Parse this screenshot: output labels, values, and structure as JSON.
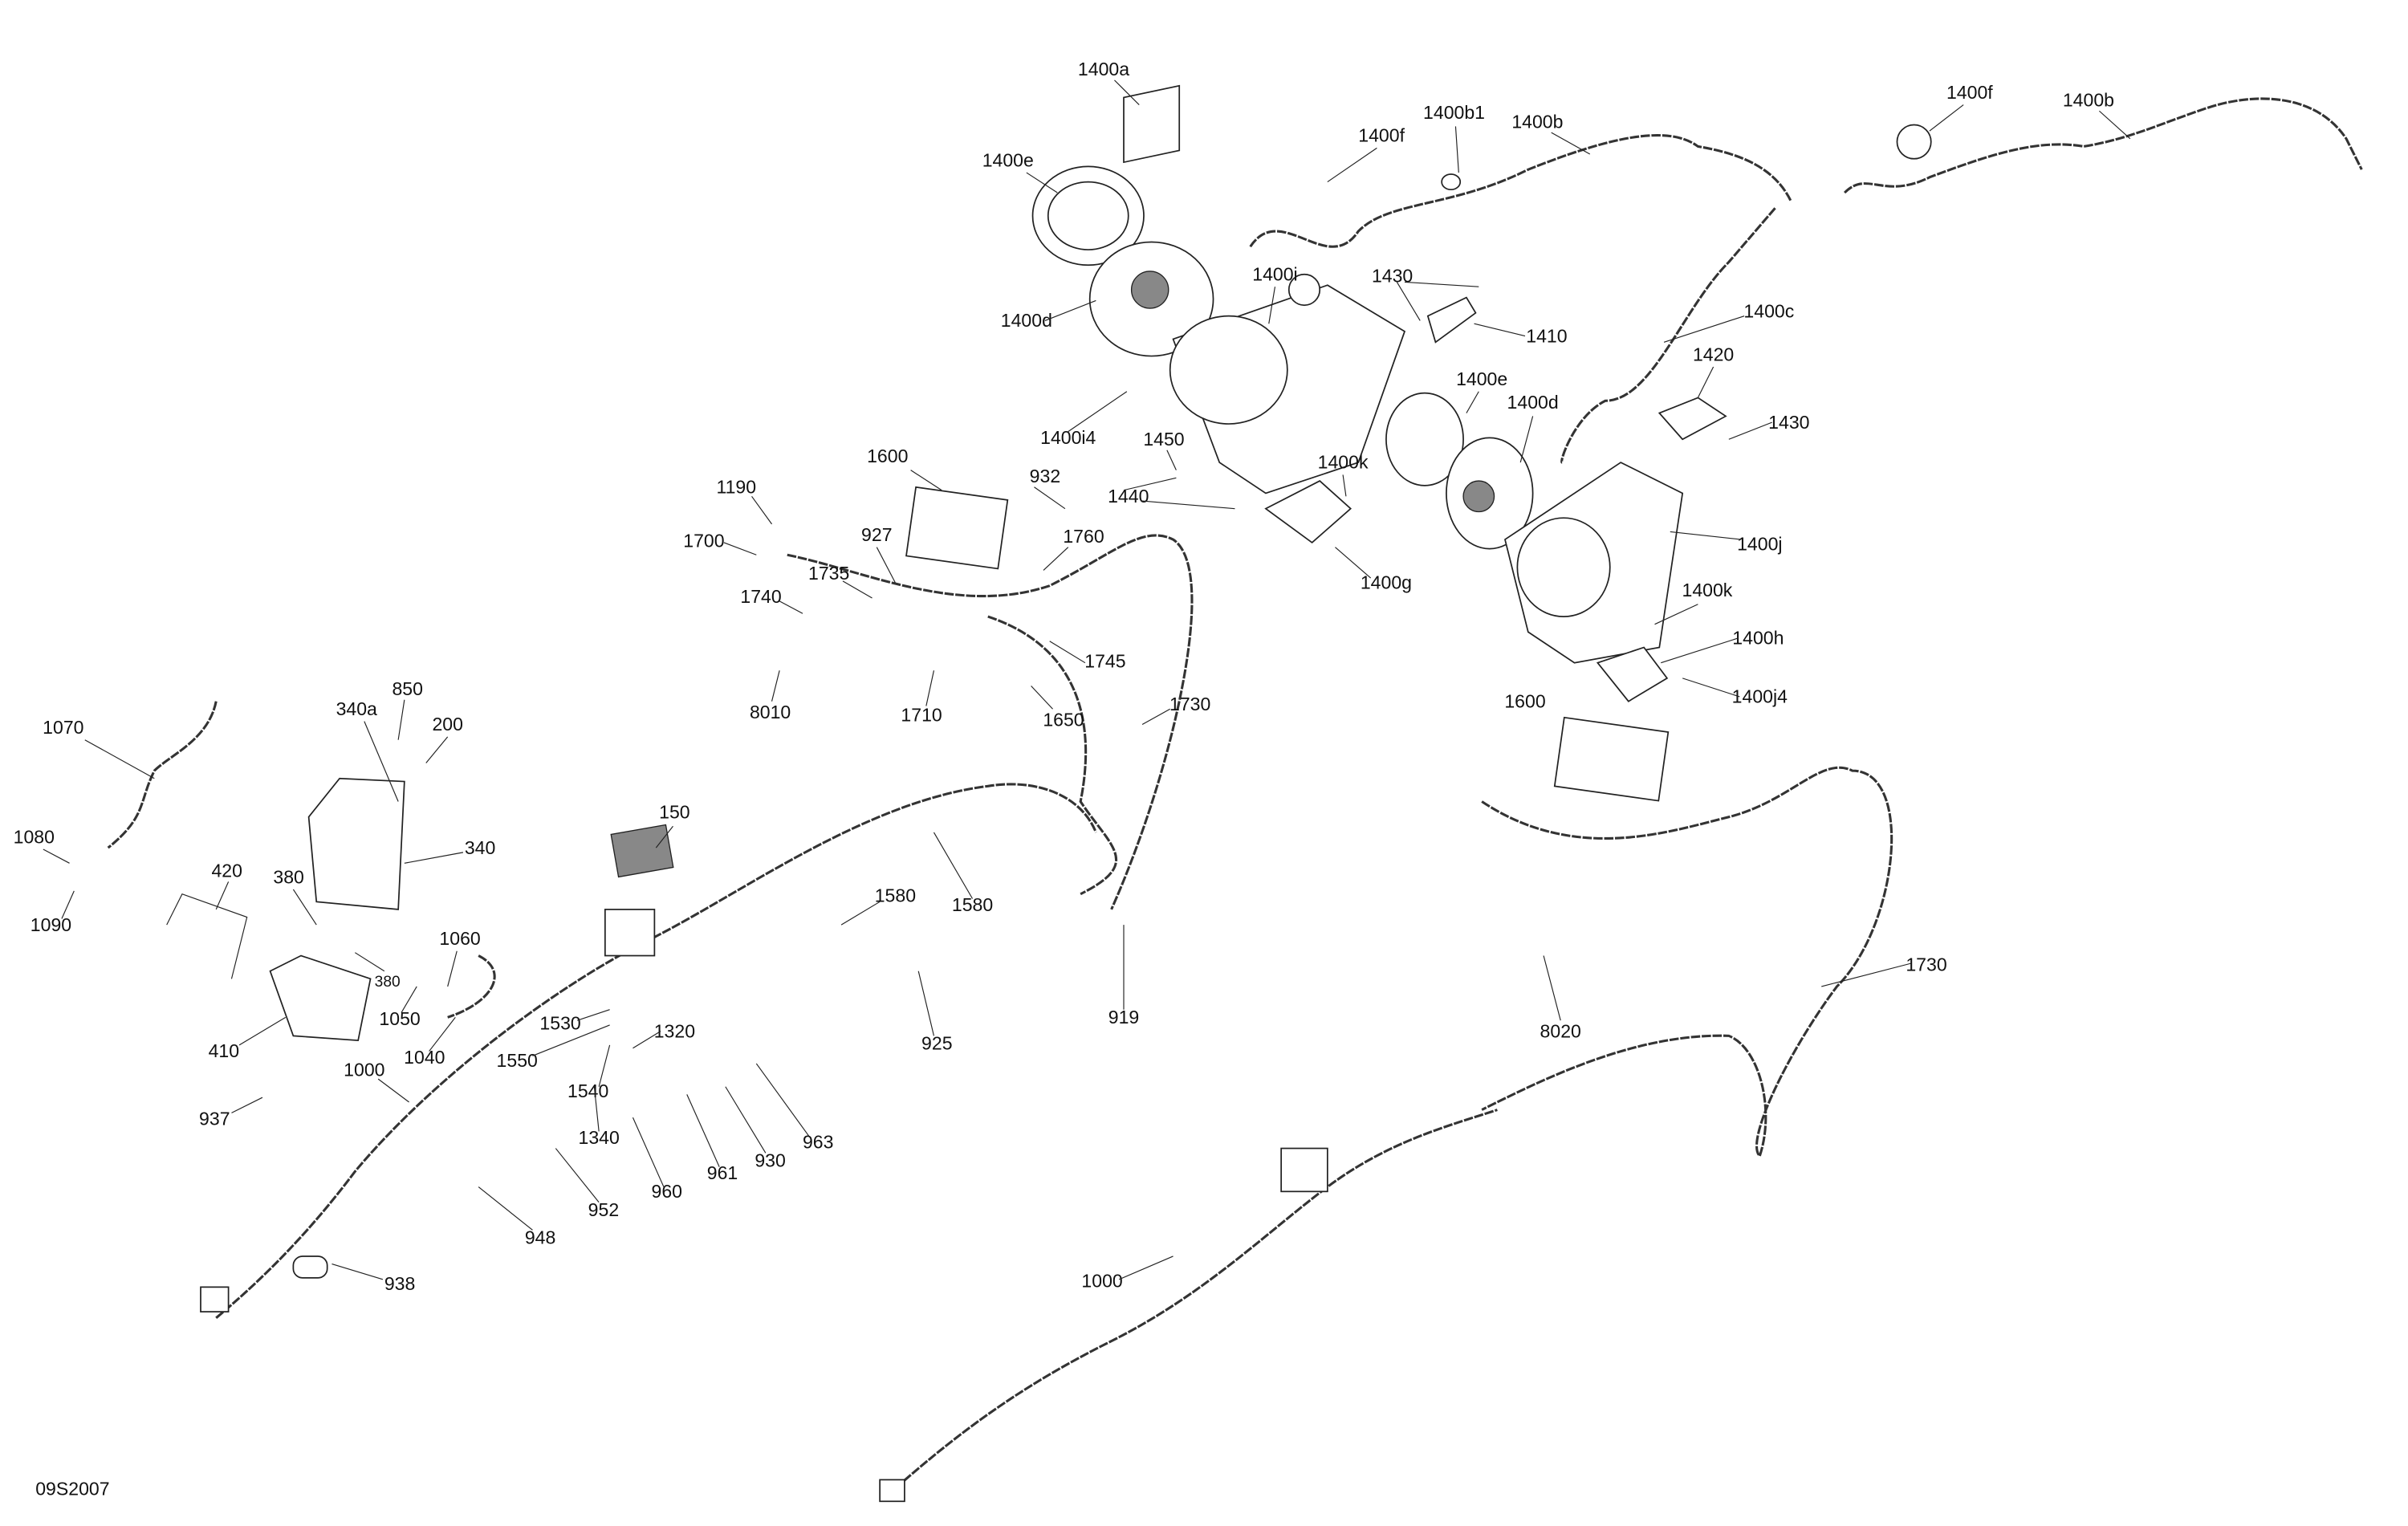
{
  "diagram_id": "09S2007",
  "labels": [
    "1400a",
    "1400e",
    "1400f",
    "1400b1",
    "1400b",
    "1400f",
    "1400b",
    "1400d",
    "1400i",
    "1430",
    "1410",
    "1400c",
    "1420",
    "1430",
    "1400e",
    "1400d",
    "1400i4",
    "1450",
    "1400k",
    "1440",
    "1400j",
    "1400g",
    "1400k",
    "1400h",
    "1400j4",
    "1600",
    "932",
    "1190",
    "927",
    "1760",
    "1700",
    "1735",
    "1740",
    "1745",
    "8010",
    "1710",
    "1650",
    "1730",
    "1600",
    "1070",
    "850",
    "340a",
    "200",
    "150",
    "340",
    "1080",
    "420",
    "380",
    "1090",
    "1580",
    "1580",
    "1060",
    "380",
    "1050",
    "1530",
    "1320",
    "1550",
    "1040",
    "410",
    "1000",
    "1540",
    "1340",
    "937",
    "925",
    "919",
    "930",
    "961",
    "963",
    "960",
    "952",
    "948",
    "938",
    "1730",
    "8020",
    "1000"
  ]
}
